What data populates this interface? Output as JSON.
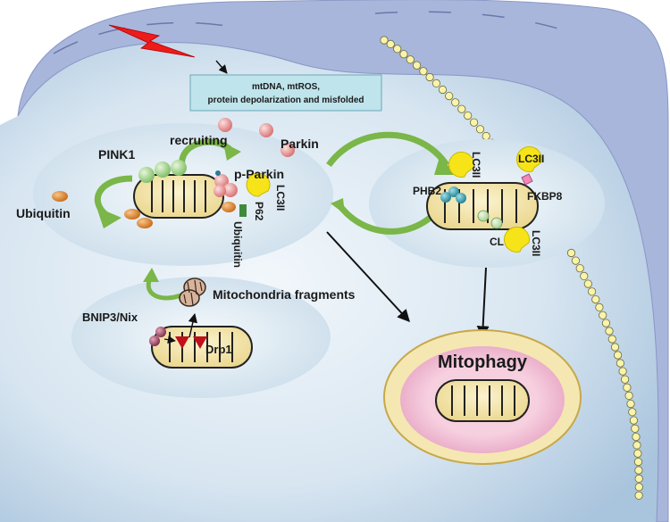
{
  "stimulus_box": {
    "line1": "mtDNA, mtROS,",
    "line2": "protein depolarization and misfolded"
  },
  "labels": {
    "pink1": "PINK1",
    "recruiting": "recruiting",
    "parkin": "Parkin",
    "p_parkin": "p-Parkin",
    "ubiquitin_left": "Ubiquitin",
    "lc3ii_left": "LC3II",
    "p62": "P62",
    "ubiquitin_vertical": "Ubiquitin",
    "mito_fragments": "Mitochondria fragments",
    "bnip3": "BNIP3/Nix",
    "drp1": "Drp1",
    "lc3ii_top": "LC3II",
    "lc3ii_top_right": "LC3II",
    "phb2": "PHB2",
    "fkbp8": "FKBP8",
    "cl": "CL",
    "lc3ii_bottom": "LC3II",
    "mitophagy": "Mitophagy"
  },
  "colors": {
    "cell_membrane": "#a9b6dc",
    "cytoplasm": "#cfe0ee",
    "mitochondrion": "#f4e9b8",
    "stimulus_box": "#bfe4ec",
    "ubiquitin": "#e08a2c",
    "pink1": "#9fd58a",
    "parkin": "#f0a0a0",
    "lc3ii": "#f6e418",
    "p62": "#3e8a3c",
    "arrow_green": "#7ab648",
    "drp1": "#c0101a",
    "lightning": "#ee1b1b"
  }
}
